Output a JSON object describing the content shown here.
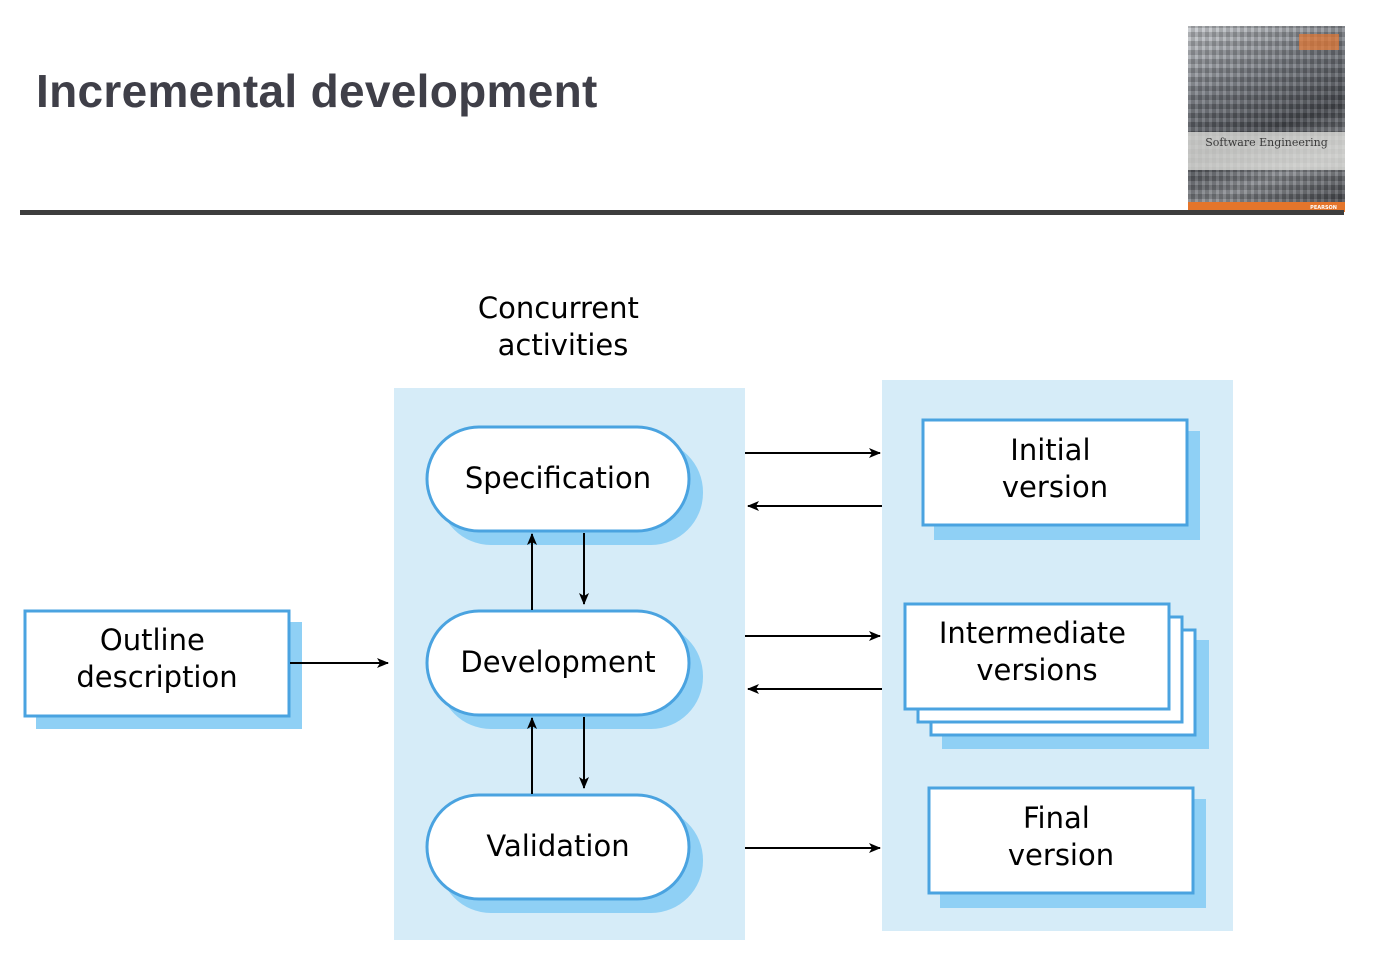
{
  "title": "Incremental development",
  "book": {
    "title": "Software Engineering",
    "publisher": "PEARSON"
  },
  "diagram": {
    "concurrent_label": [
      "Concurrent",
      "activities"
    ],
    "outline": [
      "Outline",
      "description"
    ],
    "activities": {
      "specification": "Specification",
      "development": "Development",
      "validation": "Validation"
    },
    "versions": {
      "initial": [
        "Initial",
        "version"
      ],
      "intermediate": [
        "Intermediate",
        "versions"
      ],
      "final": [
        "Final",
        "version"
      ]
    }
  },
  "colors": {
    "panel": "#d6ecf8",
    "stroke": "#4aa3e0",
    "shadow": "#8fd0f5",
    "title": "#3f3f48"
  }
}
